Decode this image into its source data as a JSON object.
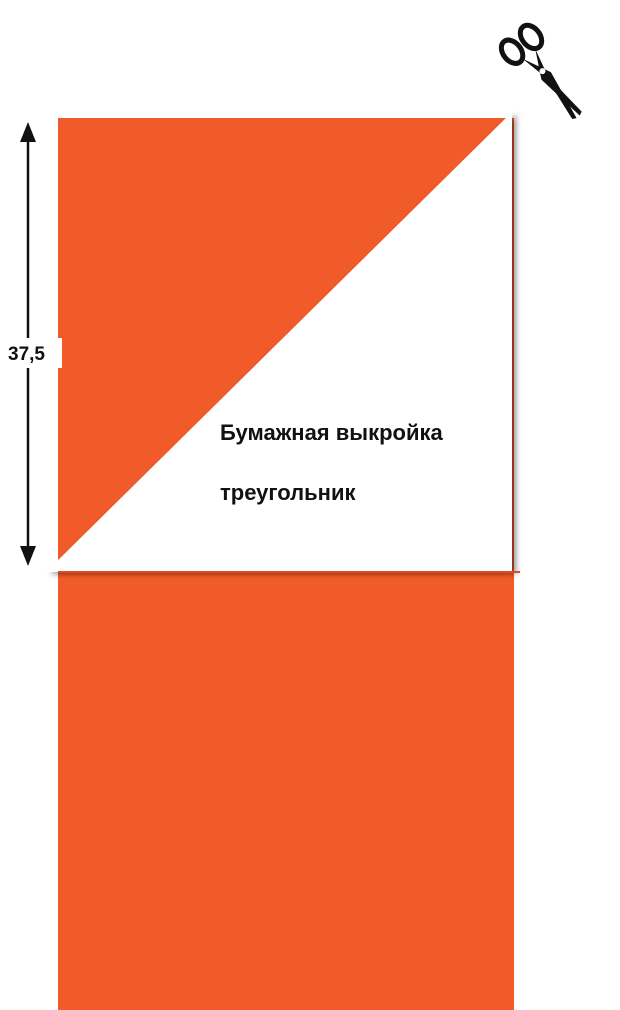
{
  "diagram": {
    "dimension_label": "37,5",
    "pattern_label_line1": "Бумажная выкройка",
    "pattern_label_line2": "треугольник"
  },
  "colors": {
    "fabric": "#f15a29",
    "paper": "#ffffff",
    "ink": "#111111"
  },
  "icons": {
    "cutter": "scissors-icon",
    "measure": "double-arrow-icon"
  }
}
